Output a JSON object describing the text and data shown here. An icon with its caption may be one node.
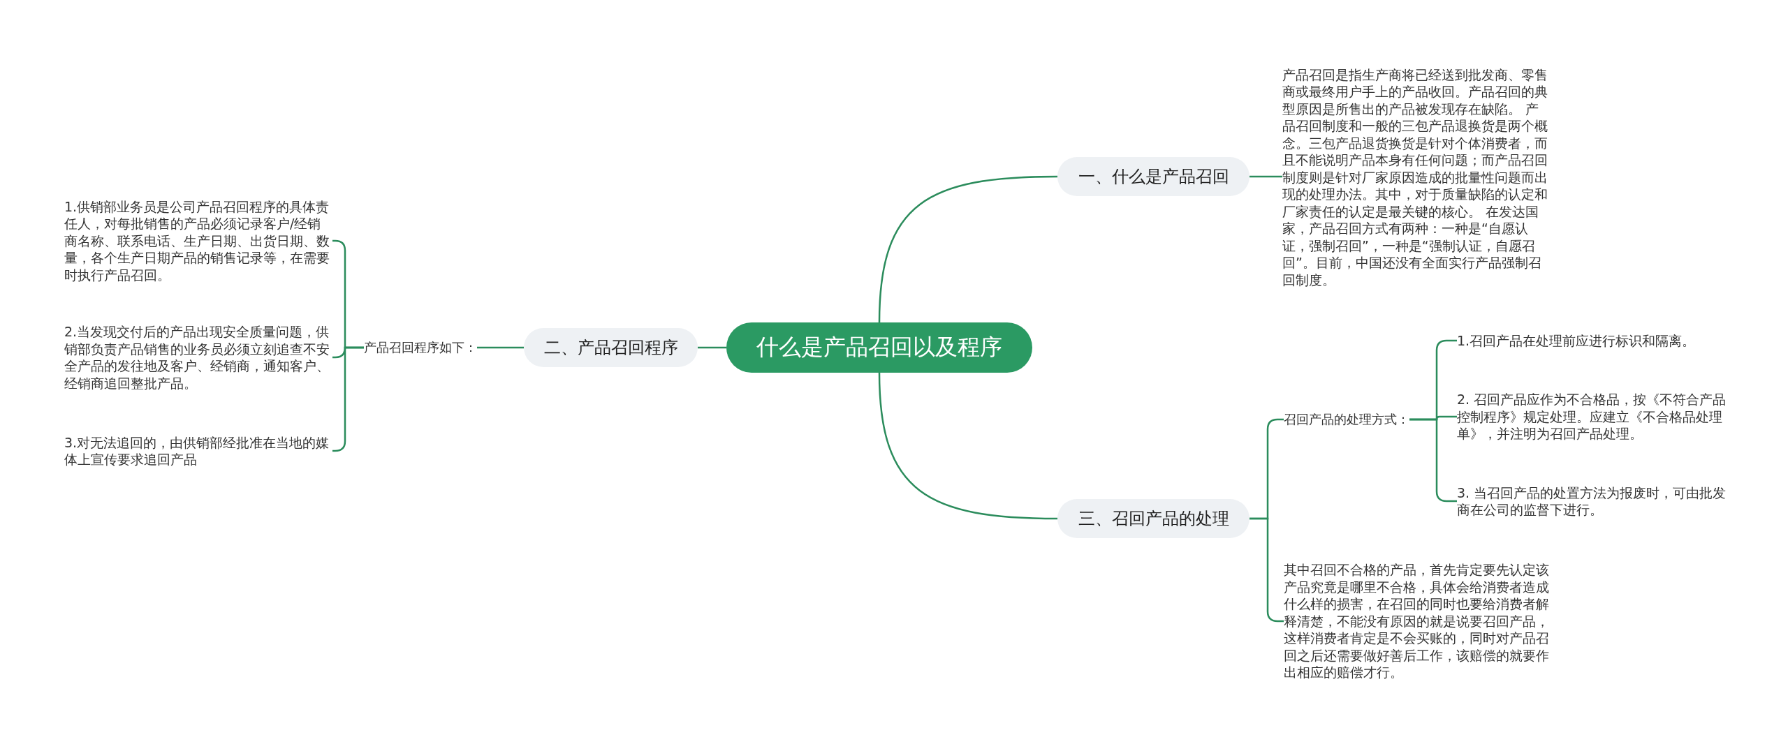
{
  "diagram": {
    "nodes": [
      {
        "text": [
          "什么是产品召回以及程序"
        ]
      },
      {
        "text": [
          "一、什么是产品召回"
        ]
      },
      {
        "text": [
          "产品召回是指生产商将已经送到批发商、零售商或最终用户手上的产品收回。产品召回的典型原因是所售出的产品被发现存在缺陷。 产品召回制度和一般的三包产品退换货是两个概念。三包产品退货换货是针对个体消费者，而且不能说明产品本身有任何问题；而产品召回制度则是针对厂家原因造成的批量性问题而出现的处理办法。其中，对于质量缺陷的认定和厂家责任的认定是最关键的核心。 在发达国家，产品召回方式有两种：一种是“自愿认证，强制召回”，一种是“强制认证，自愿召回”。目前，中国还没有全面实行产品强制召回制度。"
        ]
      },
      {
        "text": [
          "二、产品召回程序"
        ]
      },
      {
        "text": [
          "产品召回程序如下："
        ]
      },
      {
        "text": [
          "1.供销部业务员是公司产品召回程序的具体责任人，对每批销售的产品必须记录客户/经销商名称、联系电话、生产日期、出货日期、数量，各个生产日期产品的销售记录等，在需要时执行产品召回。"
        ]
      },
      {
        "text": [
          "2.当发现交付后的产品出现安全质量问题，供销部负责产品销售的业务员必须立刻追查不安全产品的发往地及客户、经销商，通知客户、经销商追回整批产品。"
        ]
      },
      {
        "text": [
          "3.对无法追回的，由供销部经批准在当地的媒体上宣传要求追回产品"
        ]
      },
      {
        "text": [
          "三、召回产品的处理"
        ]
      },
      {
        "text": [
          "召回产品的处理方式："
        ]
      },
      {
        "text": [
          "1.召回产品在处理前应进行标识和隔离。"
        ]
      },
      {
        "text": [
          "2. 召回产品应作为不合格品，按《不符合产品控制程序》规定处理。应建立《不合格品处理单》，并注明为召回产品处理。"
        ]
      },
      {
        "text": [
          "3. 当召回产品的处置方法为报废时，可由批发商在公司的监督下进行。"
        ]
      },
      {
        "text": [
          "其中召回不合格的产品，首先肯定要先认定该产品究竟是哪里不合格，具体会给消费者造成什么样的损害，在召回的同时也要给消费者解释清楚，不能没有原因的就是说要召回产品，这样消费者肯定是不会买账的，同时对产品召回之后还需要做好善后工作，该赔偿的就要作出相应的赔偿才行。"
        ]
      }
    ],
    "edges": [
      {
        "from": 0,
        "to": 1,
        "arrow": "none"
      },
      {
        "from": 1,
        "to": 2,
        "arrow": "none"
      },
      {
        "from": 0,
        "to": 3,
        "arrow": "none"
      },
      {
        "from": 3,
        "to": 4,
        "arrow": "none"
      },
      {
        "from": 4,
        "to": 5,
        "arrow": "none"
      },
      {
        "from": 4,
        "to": 6,
        "arrow": "none"
      },
      {
        "from": 4,
        "to": 7,
        "arrow": "none"
      },
      {
        "from": 0,
        "to": 8,
        "arrow": "none"
      },
      {
        "from": 8,
        "to": 9,
        "arrow": "none"
      },
      {
        "from": 8,
        "to": 13,
        "arrow": "none"
      },
      {
        "from": 9,
        "to": 10,
        "arrow": "none"
      },
      {
        "from": 9,
        "to": 11,
        "arrow": "none"
      },
      {
        "from": 9,
        "to": 12,
        "arrow": "none"
      }
    ]
  }
}
